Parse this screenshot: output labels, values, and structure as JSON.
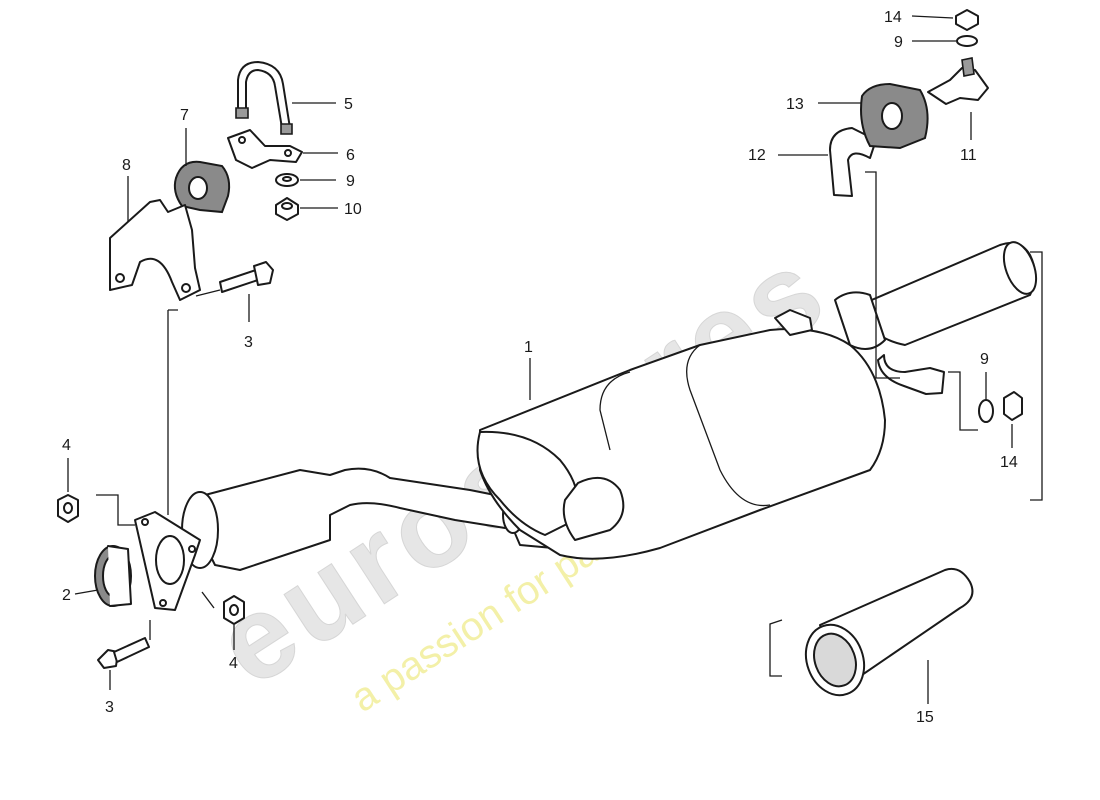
{
  "watermark": {
    "brand": "eurospares",
    "tagline": "a passion for parts since 1985",
    "brand_color": "#e6e6e6",
    "tagline_color": "#f3f0a8"
  },
  "callouts": {
    "c1": "1",
    "c2": "2",
    "c3a": "3",
    "c3b": "3",
    "c4a": "4",
    "c4b": "4",
    "c5": "5",
    "c6": "6",
    "c7": "7",
    "c8": "8",
    "c9a": "9",
    "c9b": "9",
    "c9c": "9",
    "c10": "10",
    "c11": "11",
    "c12": "12",
    "c13": "13",
    "c14a": "14",
    "c14b": "14",
    "c15": "15"
  },
  "colors": {
    "line": "#1a1a1a",
    "fill": "#ffffff",
    "shade": "#d9d9d9"
  }
}
